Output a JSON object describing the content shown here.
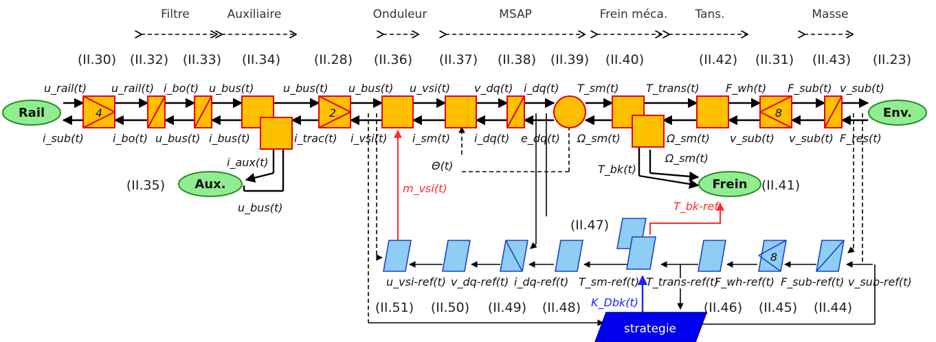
{
  "sections": [
    "Filtre",
    "Auxiliaire",
    "Onduleur",
    "MSAP",
    "Frein méca.",
    "Tans.",
    "Masse"
  ],
  "equations_top": [
    "(II.30)",
    "(II.32)",
    "(II.33)",
    "(II.34)",
    "(II.28)",
    "(II.36)",
    "(II.37)",
    "(II.38)",
    "(II.39)",
    "(II.40)",
    "(II.42)",
    "(II.31)",
    "(II.43)",
    "(II.23)"
  ],
  "eq_aux": "(II.35)",
  "eq_frein": "(II.41)",
  "eq_strategy": "(II.47)",
  "equations_bottom": [
    "(II.51)",
    "(II.50)",
    "(II.49)",
    "(II.48)",
    "(II.46)",
    "(II.45)",
    "(II.44)"
  ],
  "sources": {
    "rail": "Rail",
    "env": "Env.",
    "aux": "Aux.",
    "frein": "Frein",
    "strategy": "strategie"
  },
  "block_numbers": {
    "filter_ratio": "4",
    "chopper_ratio": "2",
    "mass_ratio": "8",
    "control_mass_ratio": "8"
  },
  "signals_top": {
    "rail_u_a": "u_rail(t)",
    "rail_u_b": "u_rail(t)",
    "ibo": "i_bo(t)",
    "ubus_1": "u_bus(t)",
    "ubus_2": "u_bus(t)",
    "ubus_3": "u_bus(t)",
    "uvsi": "u_vsi(t)",
    "vdq": "v_dq(t)",
    "idq": "i_dq(t)",
    "tsm": "T_sm(t)",
    "ttrans": "T_trans(t)",
    "fwh": "F_wh(t)",
    "fsub": "F_sub(t)",
    "vsub": "v_sub(t)"
  },
  "signals_bottom": {
    "isub": "i_sub(t)",
    "ibo": "i_bo(t)",
    "ubus": "u_bus(t)",
    "ibus": "i_bus(t)",
    "itrac": "i_trac(t)",
    "ivsi": "i_vsi(t)",
    "ism": "i_sm(t)",
    "idq": "i_dq(t)",
    "edq": "e_dq(t)",
    "omega_sm_a": "Ω_sm(t)",
    "omega_sm_b": "Ω_sm(t)",
    "omega_sm_c": "Ω_sm(t)",
    "vsub_a": "v_sub(t)",
    "vsub_b": "v_sub(t)",
    "fres": "F_res(t)",
    "iaux": "i_aux(t)",
    "ubus_aux": "u_bus(t)",
    "theta": "Θ(t)",
    "tbk": "T_bk(t)"
  },
  "control_signals": {
    "mvsi": "m_vsi(t)",
    "tbkref": "T_bk-ref",
    "uvsiref": "u_vsi-ref(t)",
    "vdqref": "v_dq-ref(t)",
    "idqref": "i_dq-ref(t)",
    "tsmref": "T_sm-ref(t)",
    "ttransref": "T_trans-ref(t)",
    "fwhref": "F_wh-ref(t)",
    "fsubref": "F_sub-ref(t)",
    "vsubref": "v_sub-ref(t)",
    "kdbk": "K_Dbk(t)"
  },
  "colors": {
    "block_fill": "#ffc000",
    "block_border": "#e8000b",
    "control_fill": "#8ecdf4",
    "control_border": "#1f40c8",
    "source_fill": "#90ee90",
    "strategy_fill": "#0000ee",
    "red_link": "#ff2a2a",
    "blue_link": "#2020ff"
  }
}
